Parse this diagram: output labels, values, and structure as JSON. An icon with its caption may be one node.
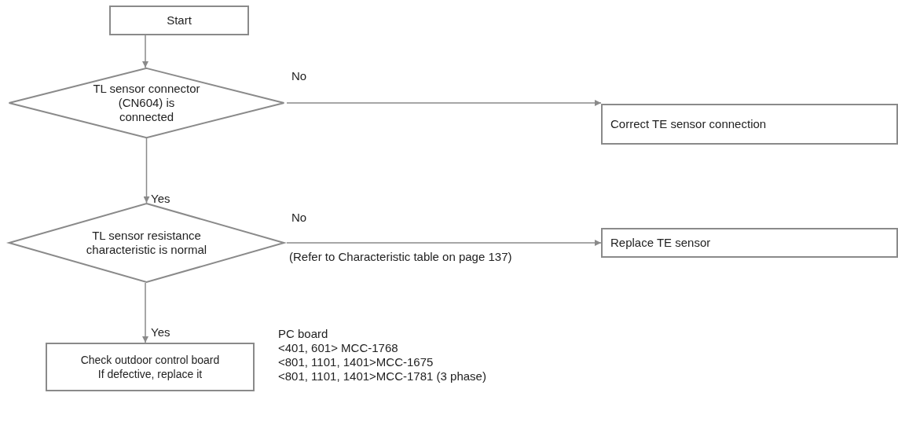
{
  "diagram": {
    "nodes": [
      {
        "text": [
          "Start"
        ]
      },
      {
        "text": [
          "TL sensor connector (CN604) is connected"
        ]
      },
      {
        "text": [
          "Correct TE sensor connection"
        ]
      },
      {
        "text": [
          "TL sensor resistance characteristic is normal"
        ]
      },
      {
        "text": [
          "Replace TE sensor"
        ]
      },
      {
        "text": [
          "Check outdoor control board",
          "If defective, replace it"
        ]
      }
    ],
    "edges": [
      {
        "from": 0,
        "to": 1,
        "arrow": "to"
      },
      {
        "from": 1,
        "to": 2,
        "arrow": "to",
        "label": "No"
      },
      {
        "from": 1,
        "to": 3,
        "arrow": "to",
        "label": "Yes"
      },
      {
        "from": 3,
        "to": 4,
        "arrow": "to",
        "label": "No"
      },
      {
        "from": 3,
        "to": 5,
        "arrow": "to",
        "label": "Yes"
      }
    ],
    "labels": [
      "(Refer to Characteristic table on page 137)",
      "PC board",
      "<401, 601> MCC-1768",
      "<801, 1101, 1401>MCC-1675",
      "<801, 1101, 1401>MCC-1781 (3 phase)"
    ]
  }
}
